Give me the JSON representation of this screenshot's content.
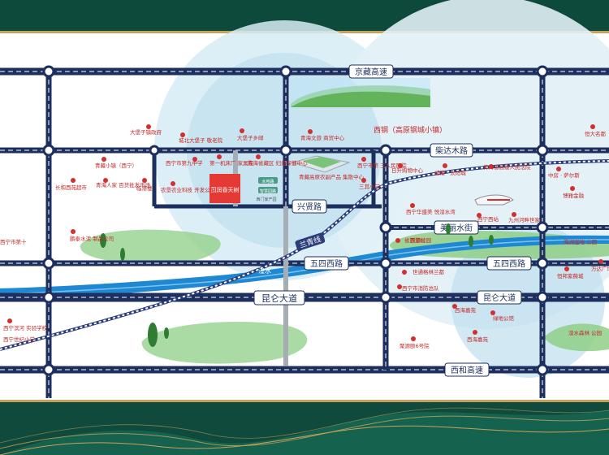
{
  "roads": {
    "jingzang": "京藏高速",
    "chaidamu": "柴达木路",
    "xingxian": "兴贤路",
    "meilishuijie": "美丽水街",
    "wusi": "五四西路",
    "wusi_right": "五四西路",
    "kunlun": "昆仑大道",
    "kunlun_right": "昆仑大道",
    "xihe": "西和高速",
    "railway": "兰青线"
  },
  "areas": {
    "xigang": "西钢（高原钢城小镇）",
    "huangshui": "湟水"
  },
  "project": {
    "name": "国润香天树"
  },
  "pois": [
    "大堡子镇政府",
    "城北大堡子\n敬老院",
    "大堡子乡邮",
    "西宁市第九中学",
    "第一机床厂\n家属院",
    "青海省藏区\n妇幼保健中心",
    "青海文旅\n商贸中心",
    "青藏高原农副产品\n集散中心",
    "西宁市第\n三人民医院",
    "三其小学",
    "日升购物中心",
    "威隆 · 太阳城",
    "青海省高级人民法院",
    "恒大名都",
    "中房 · 萨尔斯",
    "博雅金融",
    "西宁华盛美\n悦湟水湾",
    "西宁西站",
    "九州河畔世家",
    "青藏小镇（西宁）",
    "青海人家\n百货批发市场",
    "临港楼",
    "长和西苑超市",
    "农垦农业科技\n开发公司",
    "鹏泰水泥\n制品公司",
    "西宁滨河\n实验学校",
    "西宁世纪小学",
    "世通格林兰都",
    "西宁市消防总队",
    "西海嘉苑",
    "绿地公馆",
    "西海嘉苑",
    "聚源颐6号院",
    "恒邦紫薇城",
    "万达广场",
    "海湖湿地\n公园",
    "湟水森林\n公园",
    "省旅游村",
    "西钢公园",
    "西宁市第十"
  ],
  "road_labels": {
    "shuixing": "水电路",
    "zhihuiyuan": "智慧园路",
    "ximen": "西门家产园"
  }
}
